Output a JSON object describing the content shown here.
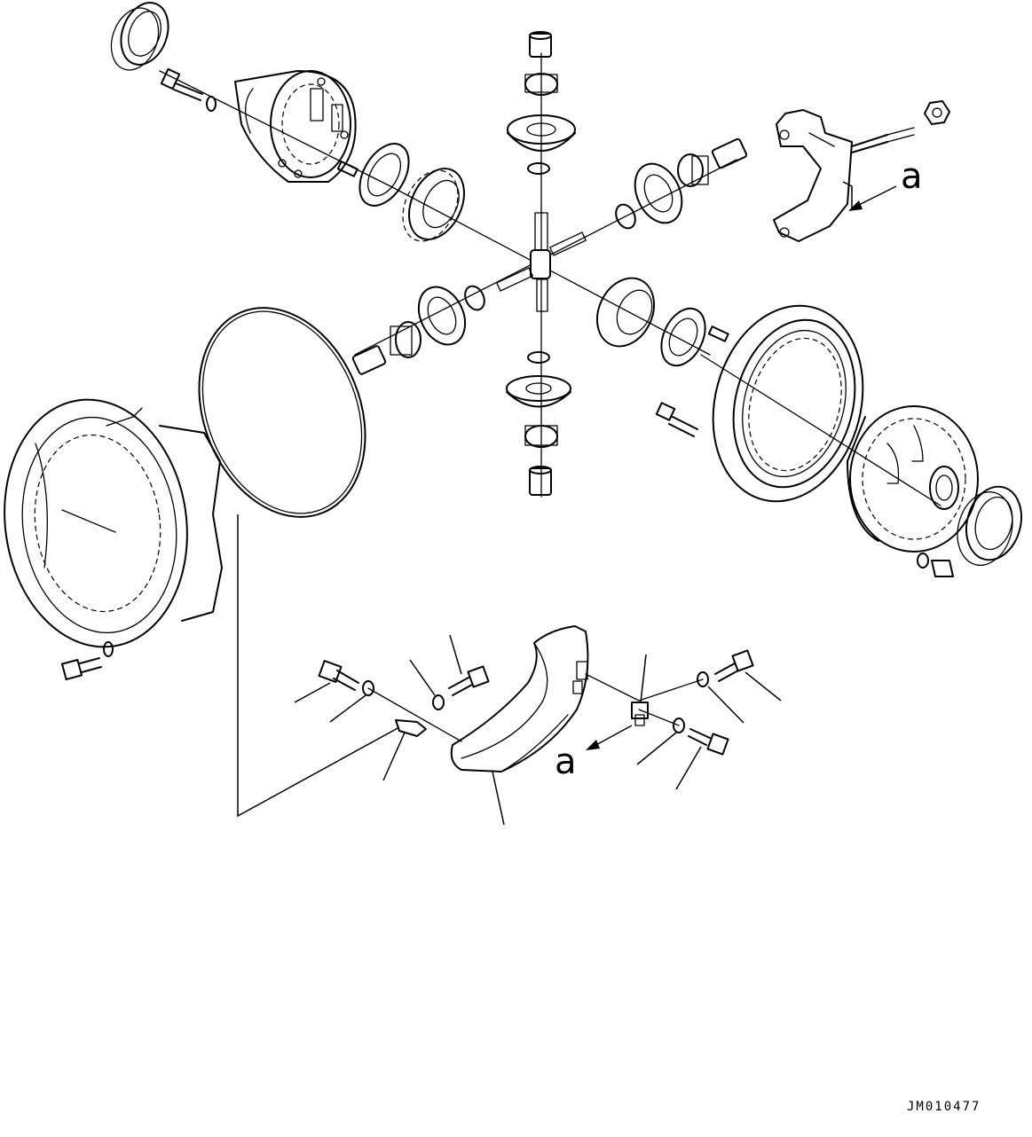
{
  "drawing": {
    "code": "JM010477",
    "callout_top": "a",
    "callout_bottom": "a"
  }
}
